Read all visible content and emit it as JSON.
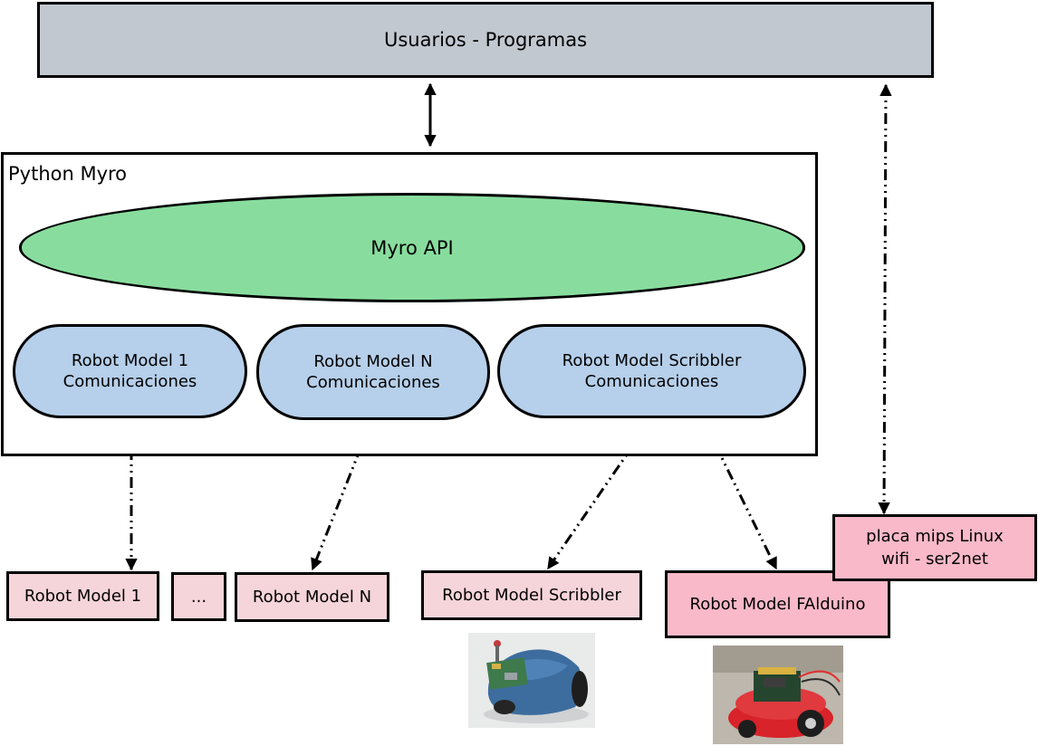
{
  "top": {
    "label": "Usuarios - Programas"
  },
  "python": {
    "label": "Python Myro"
  },
  "api": {
    "label": "Myro API"
  },
  "pills": [
    {
      "line1": "Robot Model 1",
      "line2": "Comunicaciones"
    },
    {
      "line1": "Robot Model N",
      "line2": "Comunicaciones"
    },
    {
      "line1": "Robot Model Scribbler",
      "line2": "Comunicaciones"
    }
  ],
  "robots": {
    "r1": "Robot Model 1",
    "dots": "...",
    "rn": "Robot Model N",
    "scribbler": "Robot Model Scribbler",
    "falduino": "Robot Model FAlduino",
    "mips_line1": "placa mips Linux",
    "mips_line2": "wifi - ser2net"
  },
  "colors": {
    "top_bar": "#c2c8d0",
    "api": "#88dd9e",
    "pill": "#b6cfea",
    "robot_box": "#f5d5da",
    "robot_highlight": "#f9b9c9"
  },
  "images": {
    "scribbler_photo": "scribbler-robot-photo",
    "falduino_photo": "falduino-robot-photo"
  }
}
